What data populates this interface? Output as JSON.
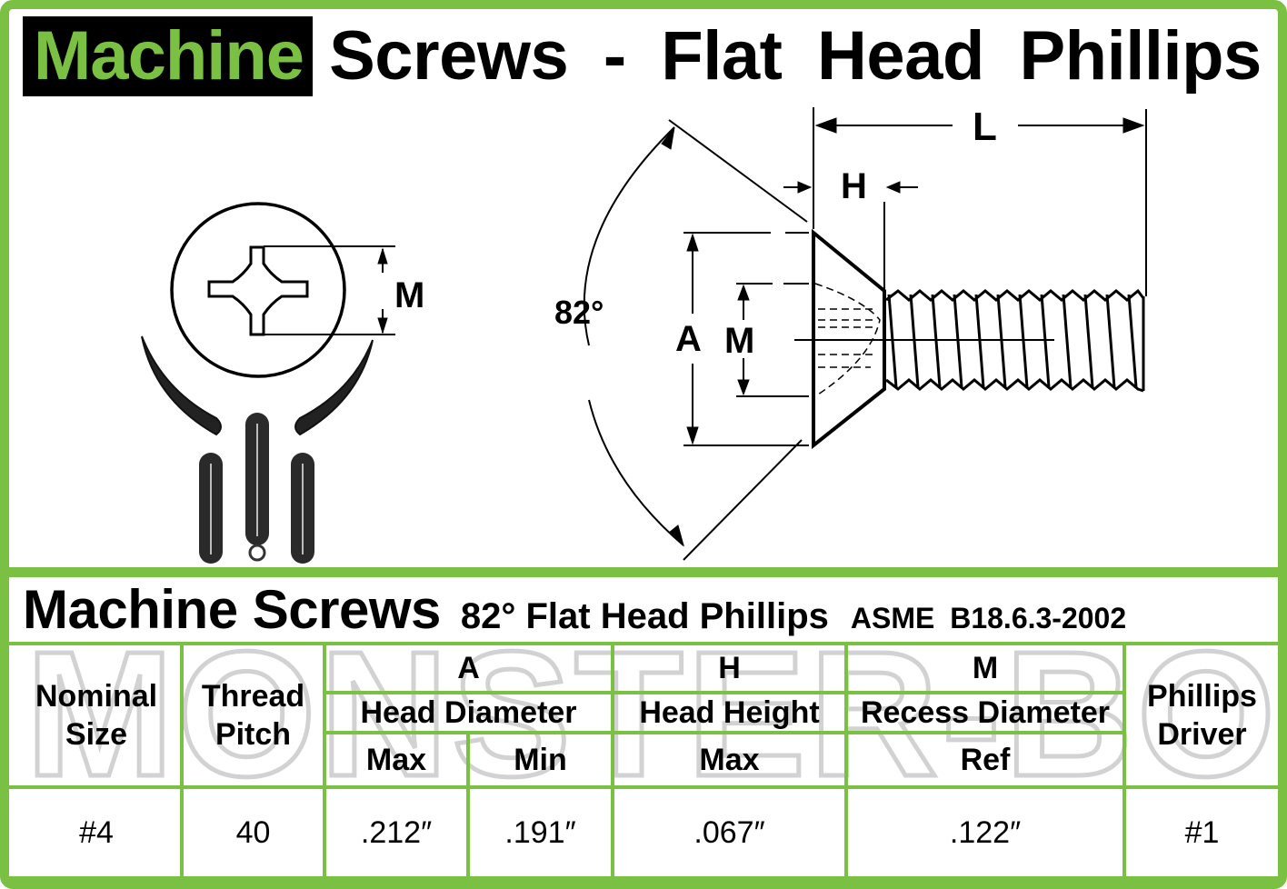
{
  "header": {
    "title_highlight": "Machine",
    "title_rest": "Screws - Flat Head Phillips",
    "colors": {
      "accent_green": "#7ac143",
      "highlight_bg": "#000000",
      "watermark_gray": "#d2d2d2"
    }
  },
  "diagram": {
    "top_view": {
      "label_m": "M"
    },
    "side_view": {
      "label_angle": "82°",
      "label_l": "L",
      "label_h": "H",
      "label_a": "A",
      "label_m": "M"
    },
    "logo": "monster-bolts-logo-icon"
  },
  "subtitle": {
    "main": "Machine Screws",
    "detail": "82° Flat Head Phillips",
    "standard": "ASME B18.6.3-2002"
  },
  "table": {
    "watermark": "MONSTER-BOLTS",
    "headers": {
      "nominal_size": [
        "Nominal",
        "Size"
      ],
      "thread_pitch": [
        "Thread",
        "Pitch"
      ],
      "a": {
        "symbol": "A",
        "label": "Head Diameter",
        "sub": [
          "Max",
          "Min"
        ]
      },
      "h": {
        "symbol": "H",
        "label": "Head Height",
        "sub": [
          "Max"
        ]
      },
      "m": {
        "symbol": "M",
        "label": "Recess Diameter",
        "sub": [
          "Ref"
        ]
      },
      "phillips_driver": [
        "Phillips",
        "Driver"
      ]
    },
    "rows": [
      {
        "nominal_size": "#4",
        "thread_pitch": "40",
        "a_max": ".212″",
        "a_min": ".191″",
        "h_max": ".067″",
        "m_ref": ".122″",
        "driver": "#1"
      }
    ]
  }
}
